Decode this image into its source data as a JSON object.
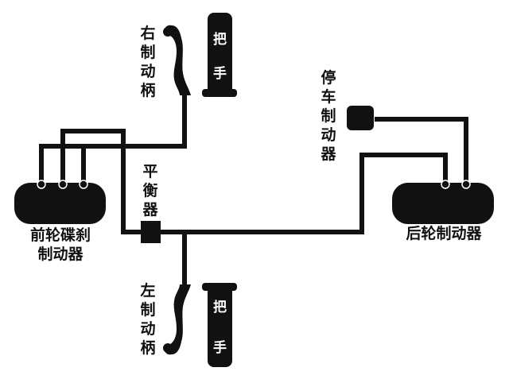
{
  "colors": {
    "ink": "#111111",
    "background": "#ffffff",
    "grip_text": "#ffffff"
  },
  "labels": {
    "right_lever": [
      "右",
      "制",
      "动",
      "柄"
    ],
    "left_lever": [
      "左",
      "制",
      "动",
      "柄"
    ],
    "parking_brake": [
      "停",
      "车",
      "制",
      "动",
      "器"
    ],
    "balancer": [
      "平",
      "衡",
      "器"
    ],
    "front_brake": [
      "前轮碟刹",
      "制动器"
    ],
    "rear_brake": "后轮制动器",
    "grip_top": [
      "把",
      "手"
    ],
    "grip_bottom": [
      "把",
      "手"
    ]
  }
}
